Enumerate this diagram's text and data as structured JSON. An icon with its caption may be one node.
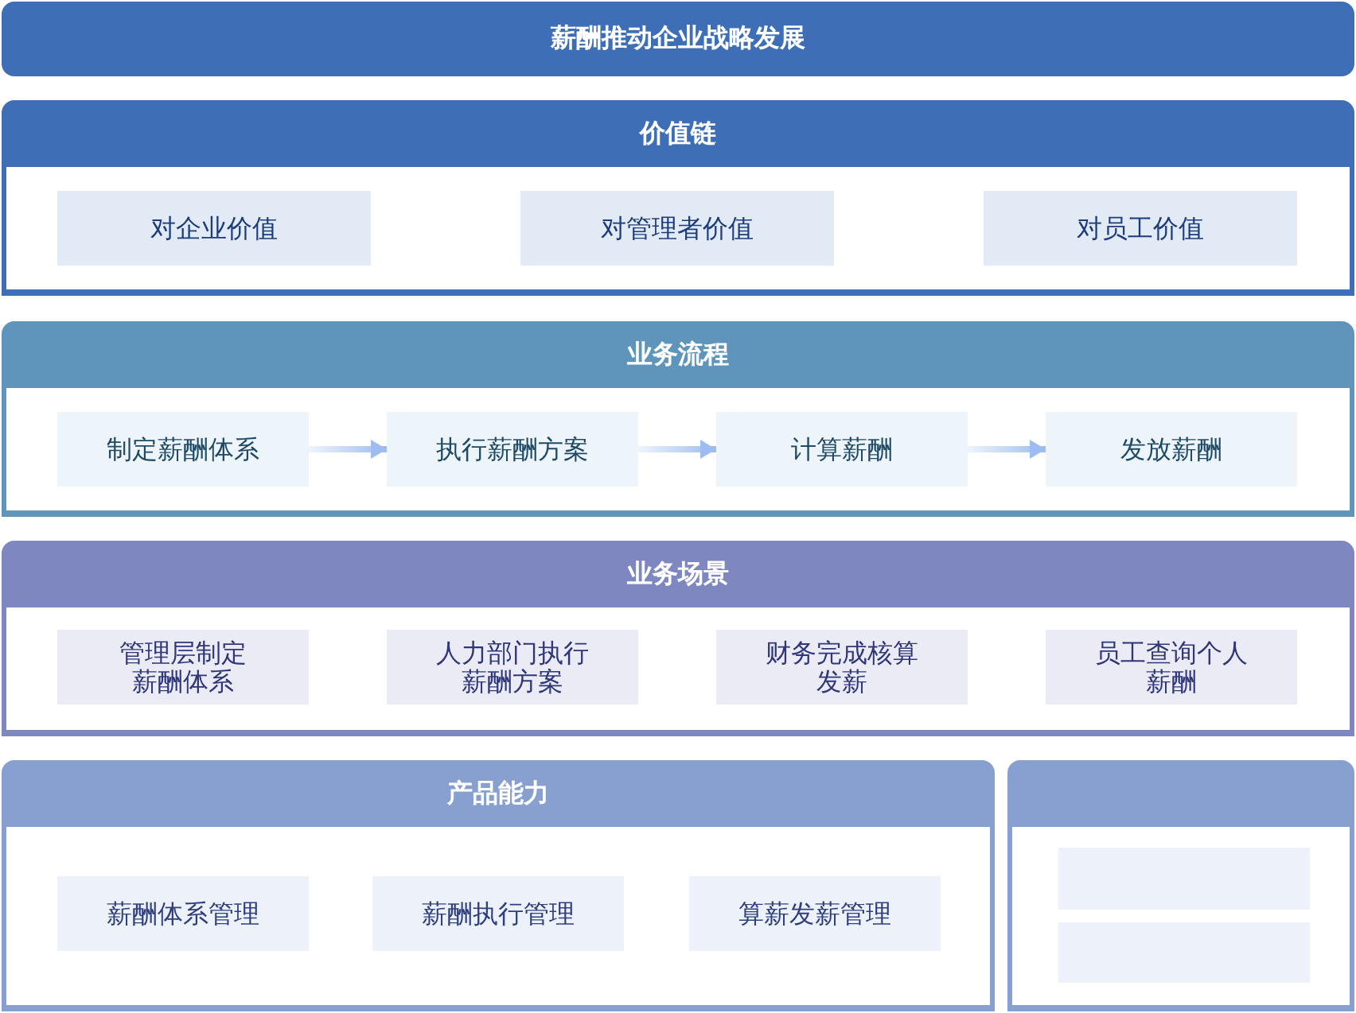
{
  "diagram": {
    "nodes": [
      {
        "text": [
          "薪酬推动企业战略发展"
        ]
      },
      {
        "text": [
          "价值链"
        ]
      },
      {
        "text": [
          "对企业价值"
        ],
        "in": 1
      },
      {
        "text": [
          "对管理者价值"
        ],
        "in": 1
      },
      {
        "text": [
          "对员工价值"
        ],
        "in": 1
      },
      {
        "text": [
          "业务流程"
        ]
      },
      {
        "text": [
          "制定薪酬体系"
        ],
        "in": 5
      },
      {
        "text": [
          "执行薪酬方案"
        ],
        "in": 5
      },
      {
        "text": [
          "计算薪酬"
        ],
        "in": 5
      },
      {
        "text": [
          "发放薪酬"
        ],
        "in": 5
      },
      {
        "text": [
          "业务场景"
        ]
      },
      {
        "text": [
          "管理层制定薪酬体系"
        ],
        "in": 10
      },
      {
        "text": [
          "人力部门执行薪酬方案"
        ],
        "in": 10
      },
      {
        "text": [
          "财务完成核算发薪"
        ],
        "in": 10
      },
      {
        "text": [
          "员工查询个人薪酬"
        ],
        "in": 10
      },
      {
        "text": [
          "产品能力"
        ]
      },
      {
        "text": [
          "薪酬体系管理"
        ],
        "in": 15
      },
      {
        "text": [
          "薪酬执行管理"
        ],
        "in": 15
      },
      {
        "text": [
          "算薪发薪管理"
        ],
        "in": 15
      },
      {
        "text": [],
        "shape": "box"
      },
      {
        "text": [],
        "shape": "box",
        "in": 19
      },
      {
        "text": [],
        "shape": "box",
        "in": 19
      }
    ],
    "edges": [
      {
        "from": 6,
        "to": 7,
        "arrow": "to"
      },
      {
        "from": 7,
        "to": 8,
        "arrow": "to"
      },
      {
        "from": 8,
        "to": 9,
        "arrow": "to"
      }
    ]
  }
}
